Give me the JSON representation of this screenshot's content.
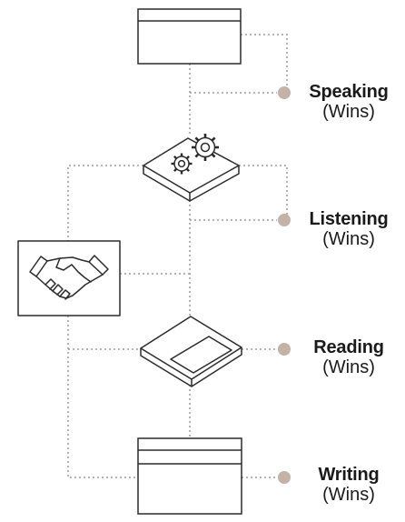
{
  "colors": {
    "line": "#9a9a9a",
    "icon_stroke": "#2b2b2b",
    "dot": "#c2b3a6",
    "text": "#1a1a1a"
  },
  "icons": {
    "top_box": "window-icon",
    "gears": "gears-icon",
    "handshake": "handshake-icon",
    "book": "book-icon",
    "bottom_box": "document-icon"
  },
  "skills": [
    {
      "title": "Speaking",
      "subtitle": "(Wins)"
    },
    {
      "title": "Listening",
      "subtitle": "(Wins)"
    },
    {
      "title": "Reading",
      "subtitle": "(Wins)"
    },
    {
      "title": "Writing",
      "subtitle": "(Wins)"
    }
  ]
}
